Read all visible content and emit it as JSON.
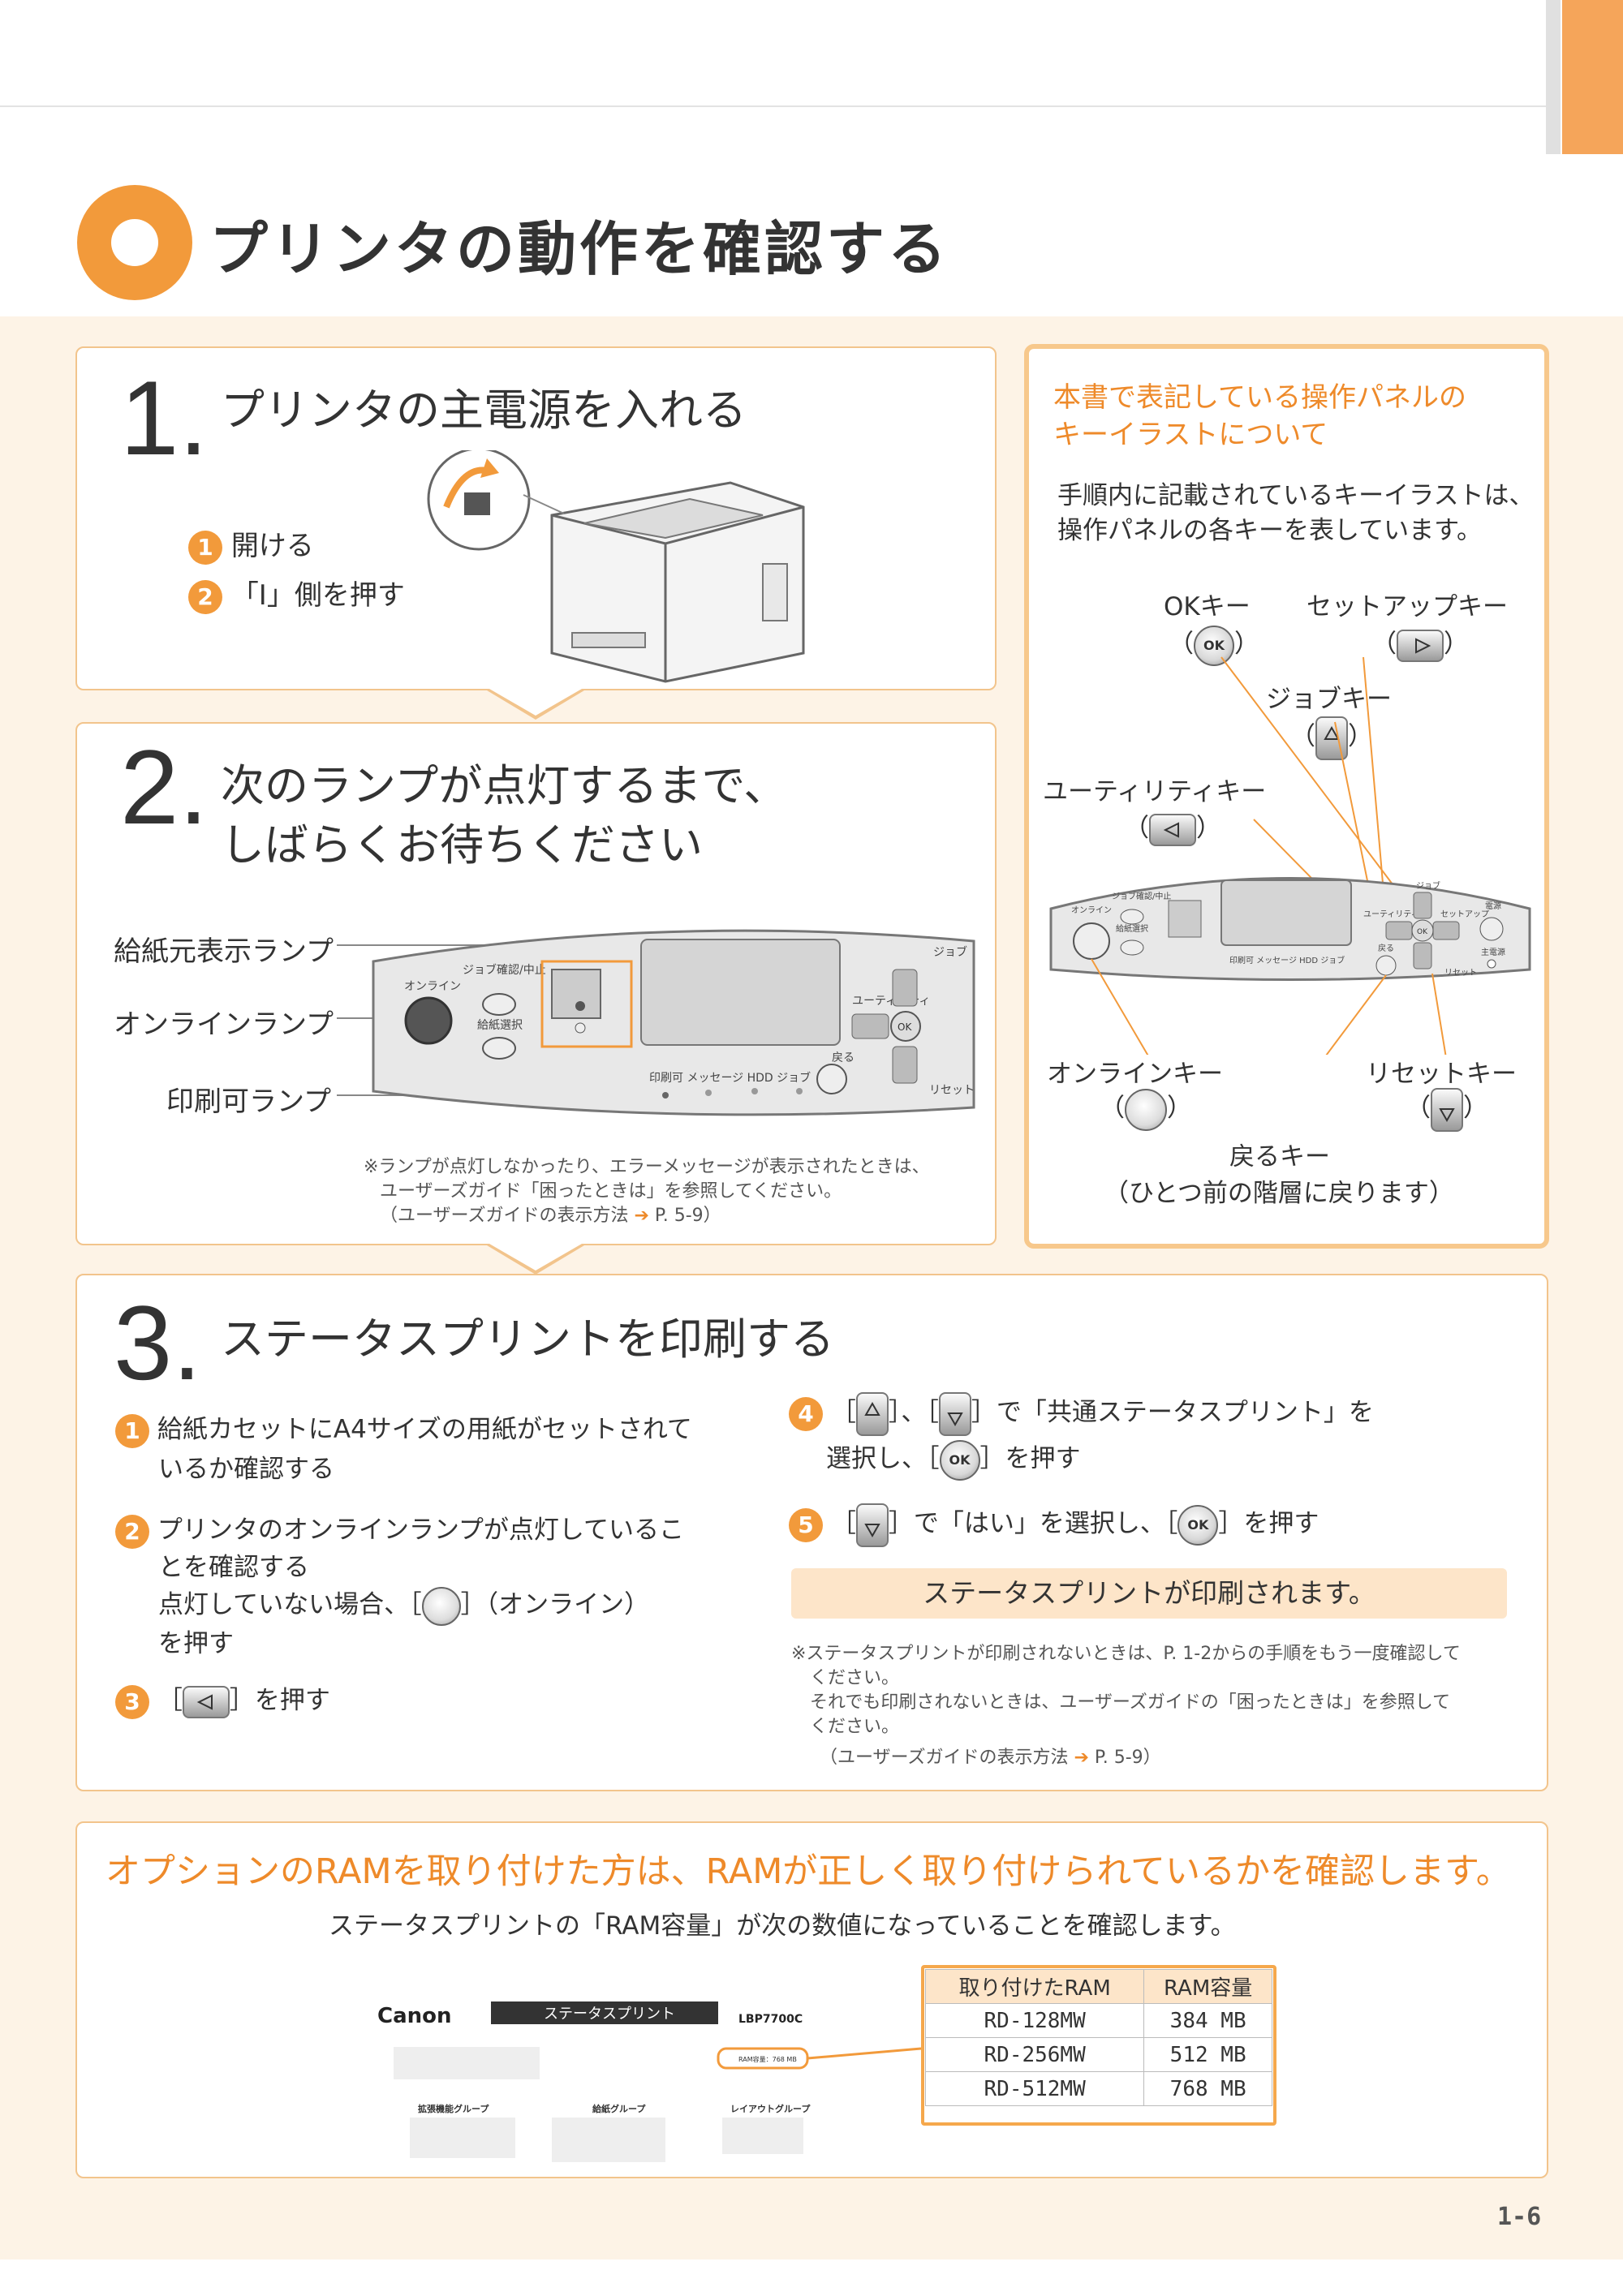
{
  "page": {
    "title": "プリンタの動作を確認する",
    "page_number": "1-6"
  },
  "step1": {
    "number": "1.",
    "title": "プリンタの主電源を入れる",
    "items": [
      {
        "badge": "1",
        "text": "開ける"
      },
      {
        "badge": "2",
        "text": "「I」側を押す"
      }
    ]
  },
  "step2": {
    "number": "2.",
    "title_line1": "次のランプが点灯するまで、",
    "title_line2": "しばらくお待ちください",
    "lamp_labels": [
      "給紙元表示ランプ",
      "オンラインランプ",
      "印刷可ランプ"
    ],
    "panel": {
      "online": "オンライン",
      "job_cancel": "ジョブ確認/中止",
      "feed_select": "給紙選択",
      "job": "ジョブ",
      "utility": "ユーティリティ",
      "back": "戻る",
      "reset": "リセット",
      "ok": "OK",
      "leds": "印刷可 メッセージ   HDD   ジョブ"
    },
    "note_line1": "※ランプが点灯しなかったり、エラーメッセージが表示されたときは、",
    "note_line2": "ユーザーズガイド「困ったときは」を参照してください。",
    "note_line3": "（ユーザーズガイドの表示方法",
    "note_ref": "P. 5-9）"
  },
  "sidebox": {
    "heading_line1": "本書で表記している操作パネルの",
    "heading_line2": "キーイラストについて",
    "desc_line1": "手順内に記載されているキーイラストは、",
    "desc_line2": "操作パネルの各キーを表しています。",
    "ok_key": "OKキー",
    "setup_key": "セットアップキー",
    "job_key": "ジョブキー",
    "utility_key": "ユーティリティキー",
    "online_key": "オンラインキー",
    "reset_key": "リセットキー",
    "back_key": "戻るキー",
    "back_note": "（ひとつ前の階層に戻ります）",
    "open_paren": "（",
    "close_paren": "）",
    "panel": {
      "online": "オンライン",
      "job_cancel": "ジョブ確認/中止",
      "feed_select": "給紙選択",
      "job": "ジョブ",
      "utility": "ユーティリティ",
      "setup": "セットアップ",
      "power": "電源",
      "main_power": "主電源",
      "back": "戻る",
      "reset": "リセット",
      "ok": "OK",
      "leds": "印刷可 メッセージ  HDD  ジョブ"
    }
  },
  "step3": {
    "number": "3.",
    "title": "ステータスプリントを印刷する",
    "item1_line1": "給紙カセットにA4サイズの用紙がセットされて",
    "item1_line2": "いるか確認する",
    "item2_line1": "プリンタのオンラインランプが点灯しているこ",
    "item2_line2": "とを確認する",
    "item2_line3a": "点灯していない場合、［",
    "item2_line3b": "］（オンライン）",
    "item2_line4": "を押す",
    "item3a": "［",
    "item3b": "］を押す",
    "item4_a": "［",
    "item4_b": "］、［",
    "item4_c": "］で「共通ステータスプリント」を",
    "item4_line2a": "選択し、［",
    "item4_line2b": "］を押す",
    "item5_a": "［",
    "item5_b": "］で「はい」を選択し、［",
    "item5_c": "］を押す",
    "ok": "OK",
    "result": "ステータスプリントが印刷されます。",
    "note_line1": "※ステータスプリントが印刷されないときは、P. 1-2からの手順をもう一度確認して",
    "note_line2": "ください。",
    "note_line3": "それでも印刷されないときは、ユーザーズガイドの「困ったときは」を参照して",
    "note_line4": "ください。",
    "note_line5": "（ユーザーズガイドの表示方法",
    "note_ref": "P. 5-9）"
  },
  "ram": {
    "heading": "オプションのRAMを取り付けた方は、RAMが正しく取り付けられているかを確認します。",
    "desc": "ステータスプリントの「RAM容量」が次の数値になっていることを確認します。",
    "table_headers": [
      "取り付けたRAM",
      "RAM容量"
    ],
    "rows": [
      [
        "RD-128MW",
        "384 MB"
      ],
      [
        "RD-256MW",
        "512 MB"
      ],
      [
        "RD-512MW",
        "768 MB"
      ]
    ],
    "print_sample": {
      "brand": "Canon",
      "banner": "ステータスプリント",
      "model": "LBP7700C",
      "ram_label": "RAM容量：768 MB",
      "groups": [
        "拡張機能グループ",
        "給紙グループ",
        "レイアウトグループ"
      ]
    }
  },
  "colors": {
    "accent": "#f29a3b",
    "cream": "#fdf3e6",
    "border": "#f2c48c"
  }
}
